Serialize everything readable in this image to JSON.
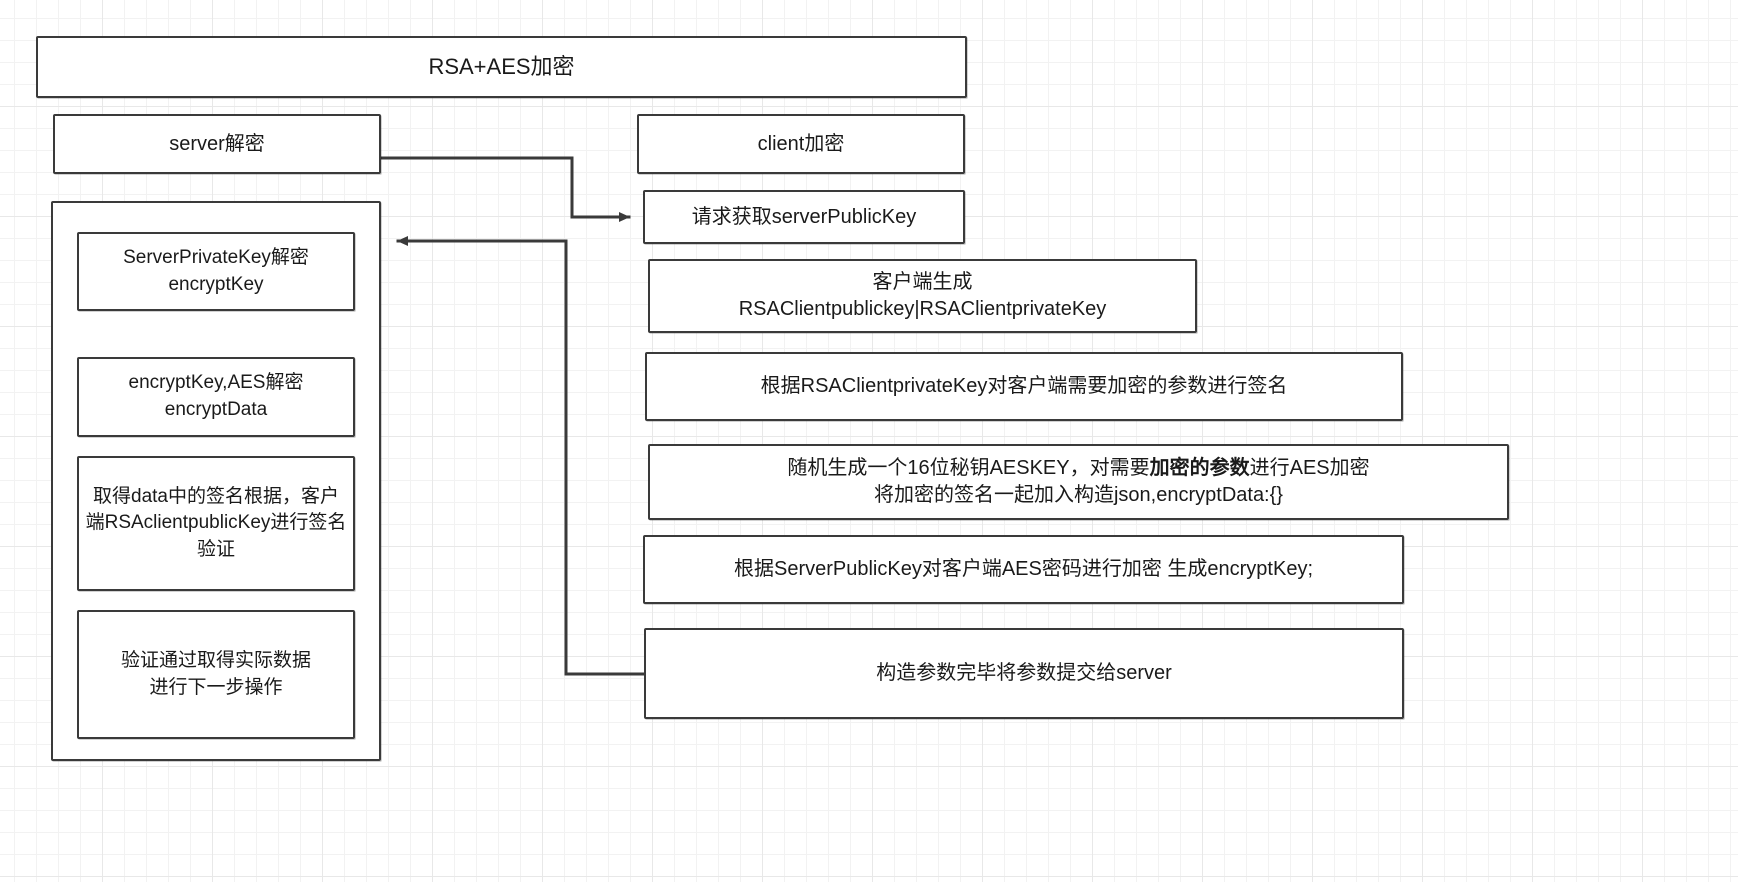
{
  "diagram": {
    "title": "RSA+AES加密",
    "background": "grid-paper",
    "stroke_color": "#3a3a3a",
    "fill_color": "#ffffff",
    "text_color": "#1a1a1a"
  },
  "columns": {
    "server": {
      "header": "server解密",
      "steps": [
        "ServerPrivateKey解密\nencryptKey",
        "encryptKey,AES解密\nencryptData",
        "取得data中的签名根据，客户端RSAclientpublicKey进行签名验证",
        "验证通过取得实际数据\n进行下一步操作"
      ]
    },
    "client": {
      "header": "client加密",
      "steps": [
        "请求获取serverPublicKey",
        "客户端生成\nRSAClientpublickey|RSAClientprivateKey",
        "根据RSAClientprivateKey对客户端需要加密的参数进行签名",
        {
          "line1_prefix": "随机生成一个16位秘钥AESKEY，对需要",
          "line1_bold": "加密的参数",
          "line1_suffix": "进行AES加密",
          "line2": "将加密的签名一起加入构造json,encryptData:{}"
        },
        "根据ServerPublicKey对客户端AES密码进行加密 生成encryptKey;",
        "构造参数完毕将参数提交给server"
      ]
    }
  },
  "connectors": [
    {
      "name": "server-to-request",
      "from": "server解密",
      "to": "请求获取serverPublicKey",
      "arrow": "right"
    },
    {
      "name": "submit-to-server-decrypt",
      "from": "构造参数完毕将参数提交给server",
      "to": "ServerPrivateKey解密encryptKey",
      "arrow": "left"
    }
  ]
}
